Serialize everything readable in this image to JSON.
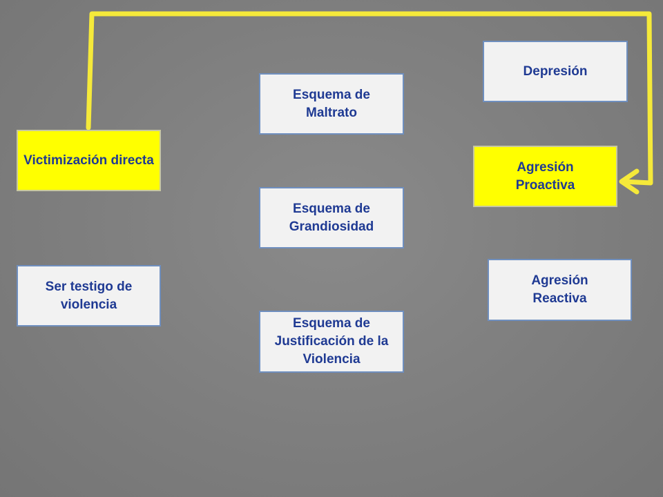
{
  "colors": {
    "background": "#808080",
    "box_fill": "#f2f2f2",
    "box_border": "#6f8fbf",
    "text": "#1f3a93",
    "highlight": "#ffff00",
    "connector": "#f5e93a"
  },
  "diagram": {
    "left_column": {
      "victimization": "Victimización directa",
      "witness": "Ser testigo de violencia"
    },
    "middle_column": {
      "maltreatment": "Esquema de Maltrato",
      "grandiosity": "Esquema de Grandiosidad",
      "justification": "Esquema de Justificación de la Violencia"
    },
    "right_column": {
      "depression": "Depresión",
      "proactive": "Agresión Proactiva",
      "reactive": "Agresión Reactiva"
    }
  }
}
